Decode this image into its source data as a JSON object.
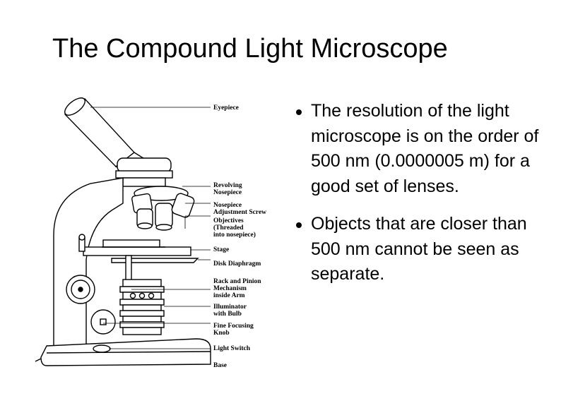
{
  "slide": {
    "title": "The Compound Light Microscope"
  },
  "diagram": {
    "labels": {
      "eyepiece": "Eyepiece",
      "revolving_nosepiece": "Revolving\nNosepiece",
      "nosepiece_screw": "Nosepiece\nAdjustment Screw",
      "objectives": "Objectives\n(Threaded\ninto nosepiece)",
      "stage": "Stage",
      "disk_diaphragm": "Disk Diaphragm",
      "rack_pinion": "Rack and Pinion\nMechanism\ninside Arm",
      "illuminator": "Illuminator\nwith Bulb",
      "fine_focusing": "Fine Focusing\nKnob",
      "light_switch": "Light Switch",
      "base": "Base"
    }
  },
  "bullets": [
    "The resolution of the light microscope is on the order of 500 nm (0.0000005 m) for a good set of lenses.",
    "Objects that are closer than 500 nm cannot be seen as separate."
  ]
}
